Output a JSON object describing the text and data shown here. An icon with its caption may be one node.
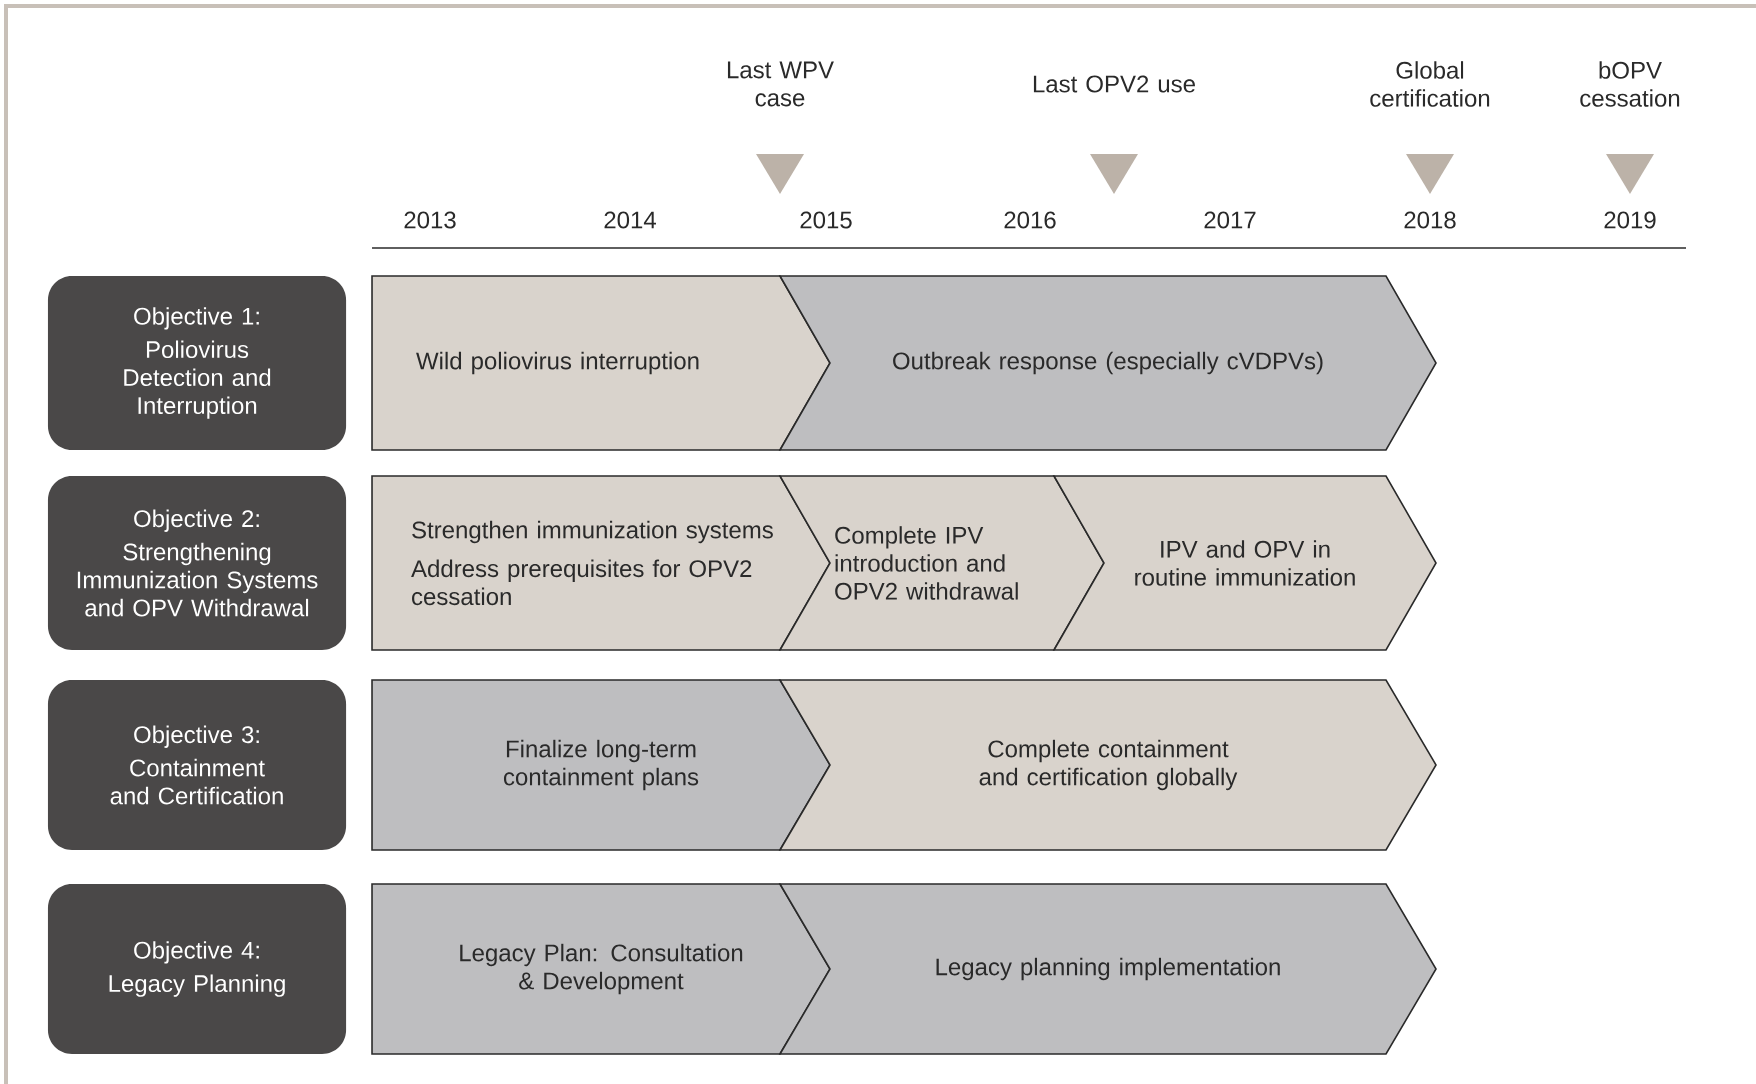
{
  "diagram": {
    "nodes": [
      {
        "text": [
          "Objective 1:",
          "Poliovirus Detection and Interruption"
        ]
      },
      {
        "text": [
          "Wild poliovirus interruption"
        ]
      },
      {
        "text": [
          "Outbreak response (especially cVDPVs)"
        ]
      },
      {
        "text": [
          "Objective 2:",
          "Strengthening Immunization Systems and OPV Withdrawal"
        ]
      },
      {
        "text": [
          "Strengthen immunization systems",
          "Address prerequisites for OPV2 cessation"
        ]
      },
      {
        "text": [
          "Complete IPV introduction and OPV2 withdrawal"
        ]
      },
      {
        "text": [
          "IPV and OPV in routine immunization"
        ]
      },
      {
        "text": [
          "Objective 3:",
          "Containment and Certification"
        ]
      },
      {
        "text": [
          "Finalize long-term containment plans"
        ]
      },
      {
        "text": [
          "Complete containment and certification globally"
        ]
      },
      {
        "text": [
          "Objective 4:",
          "Legacy Planning"
        ]
      },
      {
        "text": [
          "Legacy Plan: Consultation & Development"
        ]
      },
      {
        "text": [
          "Legacy planning implementation"
        ]
      }
    ],
    "labels": [
      "Last WPV case",
      "Last OPV2 use",
      "Global certification",
      "bOPV cessation",
      "2013",
      "2014",
      "2015",
      "2016",
      "2017",
      "2018",
      "2019"
    ]
  }
}
